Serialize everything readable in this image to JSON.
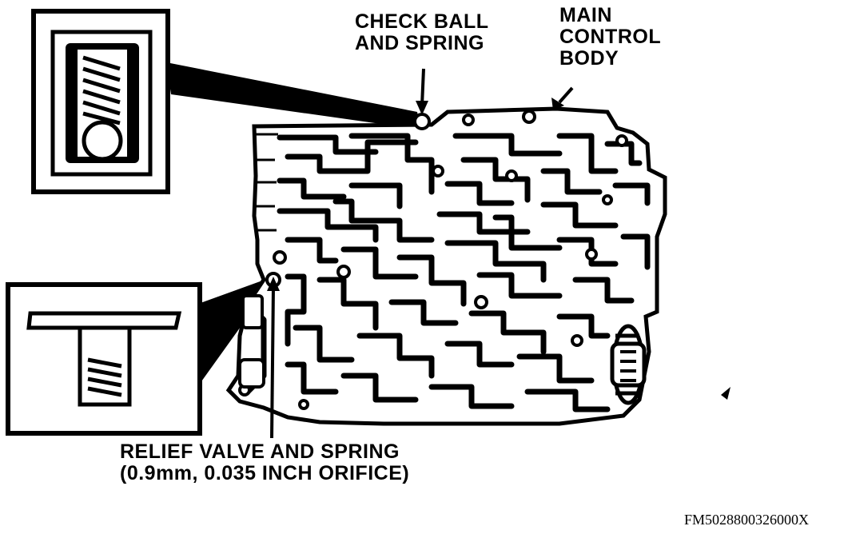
{
  "labels": {
    "check_ball": [
      "CHECK BALL",
      "AND SPRING"
    ],
    "main_body": [
      "MAIN",
      "CONTROL",
      "BODY"
    ],
    "relief_valve": [
      "RELIEF VALVE AND SPRING",
      "(0.9mm, 0.035 INCH ORIFICE)"
    ]
  },
  "figure_code": "FM5028800326000X",
  "colors": {
    "ink": "#000000",
    "paper": "#ffffff"
  }
}
